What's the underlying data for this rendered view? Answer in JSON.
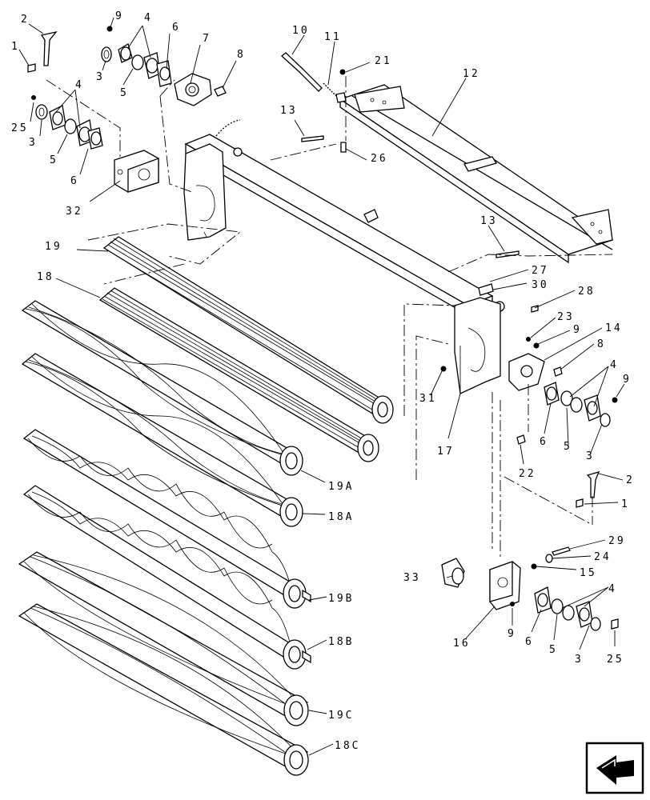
{
  "callouts": [
    {
      "id": "c1",
      "text": "1"
    },
    {
      "id": "c2",
      "text": "2"
    },
    {
      "id": "c9a",
      "text": "9"
    },
    {
      "id": "c4a",
      "text": "4"
    },
    {
      "id": "c6a",
      "text": "6"
    },
    {
      "id": "c7",
      "text": "7"
    },
    {
      "id": "c8a",
      "text": "8"
    },
    {
      "id": "c3a",
      "text": "3"
    },
    {
      "id": "c5a",
      "text": "5"
    },
    {
      "id": "c10",
      "text": "10"
    },
    {
      "id": "c11",
      "text": "11"
    },
    {
      "id": "c21",
      "text": "21"
    },
    {
      "id": "c12",
      "text": "12"
    },
    {
      "id": "c4b",
      "text": "4"
    },
    {
      "id": "c25a",
      "text": "25"
    },
    {
      "id": "c3b",
      "text": "3"
    },
    {
      "id": "c5b",
      "text": "5"
    },
    {
      "id": "c6b",
      "text": "6"
    },
    {
      "id": "c13a",
      "text": "13"
    },
    {
      "id": "c26",
      "text": "26"
    },
    {
      "id": "c32",
      "text": "32"
    },
    {
      "id": "c13b",
      "text": "13"
    },
    {
      "id": "c19",
      "text": "19"
    },
    {
      "id": "c18",
      "text": "18"
    },
    {
      "id": "c27",
      "text": "27"
    },
    {
      "id": "c30",
      "text": "30"
    },
    {
      "id": "c28",
      "text": "28"
    },
    {
      "id": "c23",
      "text": "23"
    },
    {
      "id": "c9b",
      "text": "9"
    },
    {
      "id": "c14",
      "text": "14"
    },
    {
      "id": "c8b",
      "text": "8"
    },
    {
      "id": "c4c",
      "text": "4"
    },
    {
      "id": "c9c",
      "text": "9"
    },
    {
      "id": "c31",
      "text": "31"
    },
    {
      "id": "c6c",
      "text": "6"
    },
    {
      "id": "c5c",
      "text": "5"
    },
    {
      "id": "c3c",
      "text": "3"
    },
    {
      "id": "c17",
      "text": "17"
    },
    {
      "id": "c22",
      "text": "22"
    },
    {
      "id": "c19A",
      "text": "19A"
    },
    {
      "id": "c2b",
      "text": "2"
    },
    {
      "id": "c1b",
      "text": "1"
    },
    {
      "id": "c18A",
      "text": "18A"
    },
    {
      "id": "c29",
      "text": "29"
    },
    {
      "id": "c24",
      "text": "24"
    },
    {
      "id": "c15",
      "text": "15"
    },
    {
      "id": "c33",
      "text": "33"
    },
    {
      "id": "c4d",
      "text": "4"
    },
    {
      "id": "c19B",
      "text": "19B"
    },
    {
      "id": "c16",
      "text": "16"
    },
    {
      "id": "c9d",
      "text": "9"
    },
    {
      "id": "c6d",
      "text": "6"
    },
    {
      "id": "c5d",
      "text": "5"
    },
    {
      "id": "c3d",
      "text": "3"
    },
    {
      "id": "c25b",
      "text": "25"
    },
    {
      "id": "c18B",
      "text": "18B"
    },
    {
      "id": "c19C",
      "text": "19C"
    },
    {
      "id": "c18C",
      "text": "18C"
    }
  ],
  "icons": {
    "navigation": "return-arrow-icon"
  }
}
